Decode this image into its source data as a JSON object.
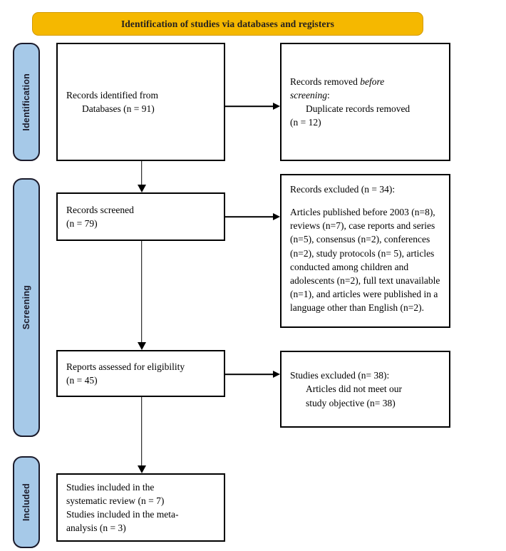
{
  "banner": {
    "title": "Identification of studies via databases and registers"
  },
  "stages": [
    {
      "id": "identification",
      "label": "Identification"
    },
    {
      "id": "screening",
      "label": "Screening"
    },
    {
      "id": "included",
      "label": "Included"
    }
  ],
  "boxes": {
    "records_identified": {
      "line1": "Records identified from",
      "line2": "Databases (n = 91)"
    },
    "records_removed": {
      "line1_a": "Records removed ",
      "line1_italic": "before",
      "line2_italic": "screening",
      "line2_b": ":",
      "line3": "Duplicate records removed",
      "line4": "(n = 12)"
    },
    "records_screened": {
      "line1": "Records screened",
      "line2": "(n = 79)"
    },
    "records_excluded": {
      "heading": "Records excluded (n = 34):",
      "body": "Articles published before 2003 (n=8), reviews (n=7), case reports and series (n=5), consensus (n=2), conferences (n=2), study protocols (n= 5), articles conducted among children and adolescents (n=2), full text unavailable (n=1), and articles were published in a language other than English (n=2)."
    },
    "reports_assessed": {
      "line1": "Reports assessed for eligibility",
      "line2": "(n = 45)"
    },
    "studies_excluded": {
      "line1": "Studies excluded (n= 38):",
      "line2": "Articles did not meet our",
      "line3": "study objective (n= 38)"
    },
    "studies_included": {
      "line1": "Studies included in the",
      "line2": "systematic review (n = 7)",
      "line3": "Studies included in the meta-",
      "line4": "analysis (n = 3)"
    }
  },
  "colors": {
    "banner_fill": "#F5B800",
    "banner_border": "#D39A00",
    "stage_tab_fill": "#A6C9E8",
    "stage_tab_border": "#1b1b2b",
    "box_border": "#000000",
    "text": "#000000"
  }
}
